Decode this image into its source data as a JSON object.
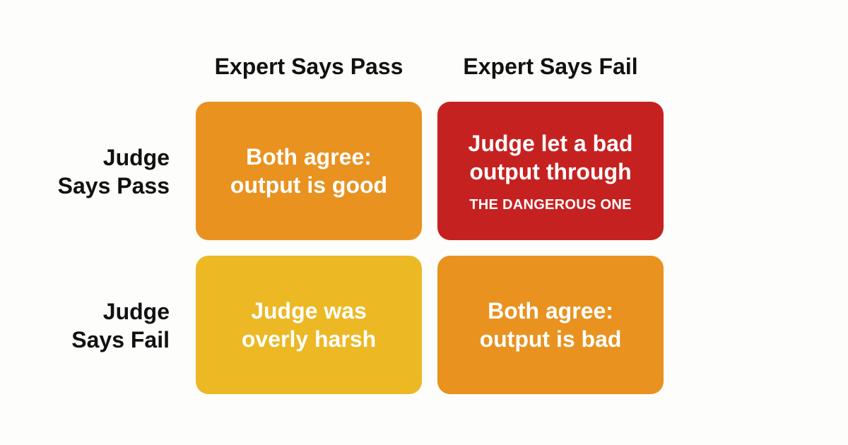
{
  "columns": {
    "pass": "Expert Says Pass",
    "fail": "Expert Says Fail"
  },
  "rows": {
    "pass": {
      "line1": "Judge",
      "line2": "Says Pass"
    },
    "fail": {
      "line1": "Judge",
      "line2": "Says Fail"
    }
  },
  "cells": {
    "judge_pass_expert_pass": {
      "line1": "Both agree:",
      "line2": "output is good",
      "color": "#e9921f"
    },
    "judge_pass_expert_fail": {
      "line1": "Judge let a bad",
      "line2": "output through",
      "tag": "THE DANGEROUS ONE",
      "color": "#c62121"
    },
    "judge_fail_expert_pass": {
      "line1": "Judge was",
      "line2": "overly harsh",
      "color": "#ecb824"
    },
    "judge_fail_expert_fail": {
      "line1": "Both agree:",
      "line2": "output is bad",
      "color": "#e9921f"
    }
  }
}
